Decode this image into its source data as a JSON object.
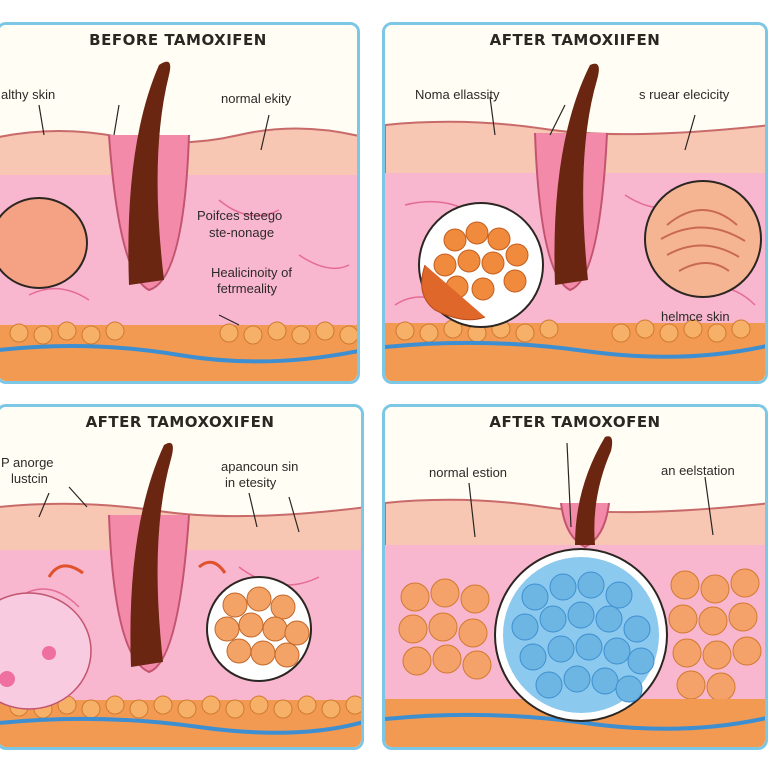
{
  "panels": [
    {
      "title": "BEFORE TAMOXIFEN",
      "labels": [
        "althy skin",
        "normal ekity",
        "Poifces steego",
        "ste-nonage",
        "Healicinoity of",
        "fetrmeality"
      ]
    },
    {
      "title": "AFTER TAMOXIIFEN",
      "labels": [
        "Noma ellassity",
        "s ruear elecicity",
        "helmce skin"
      ]
    },
    {
      "title": "AFTER TAMOXOXIFEN",
      "labels": [
        "P anorge",
        "lustcin",
        "apancoun sin",
        "in etesity"
      ]
    },
    {
      "title": "AFTER TAMOXOFEN",
      "labels": [
        "normal estion",
        "an eelstation"
      ]
    }
  ],
  "colors": {
    "border": "#7cc6e6",
    "epidermis": "#f6c9b8",
    "dermis": "#f7a9c4",
    "fat": "#f0a75a",
    "blood_vessel": "#3d8fd1",
    "hair": "#5b2410",
    "blue_cells": "#7cc3ea"
  }
}
